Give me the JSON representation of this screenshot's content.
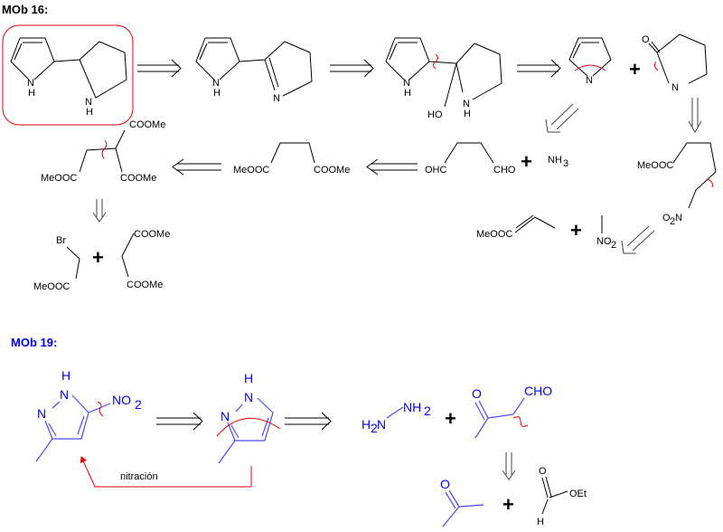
{
  "mob16": {
    "title": "MOb 16:",
    "labels": {
      "nh": "N",
      "h": "H",
      "n": "N",
      "ho": "HO",
      "o": "O",
      "meooc": "MeOOC",
      "coome": "COOMe",
      "ohc": "OHC",
      "cho": "CHO",
      "nh3": "NH",
      "sub3": "3",
      "sub2": "2",
      "no2_n": "N",
      "no2_o": "O",
      "br": "Br",
      "plus": "+"
    }
  },
  "mob19": {
    "title": "MOb 19:",
    "labels": {
      "h": "H",
      "n": "N",
      "no2": "NO",
      "sub2": "2",
      "h2n": "H",
      "nh2": "NH",
      "o": "O",
      "cho": "CHO",
      "oet": "OEt",
      "plus": "+",
      "nitracion": "nitración"
    }
  },
  "colors": {
    "blue": "#0000ff",
    "red": "#e00000"
  }
}
